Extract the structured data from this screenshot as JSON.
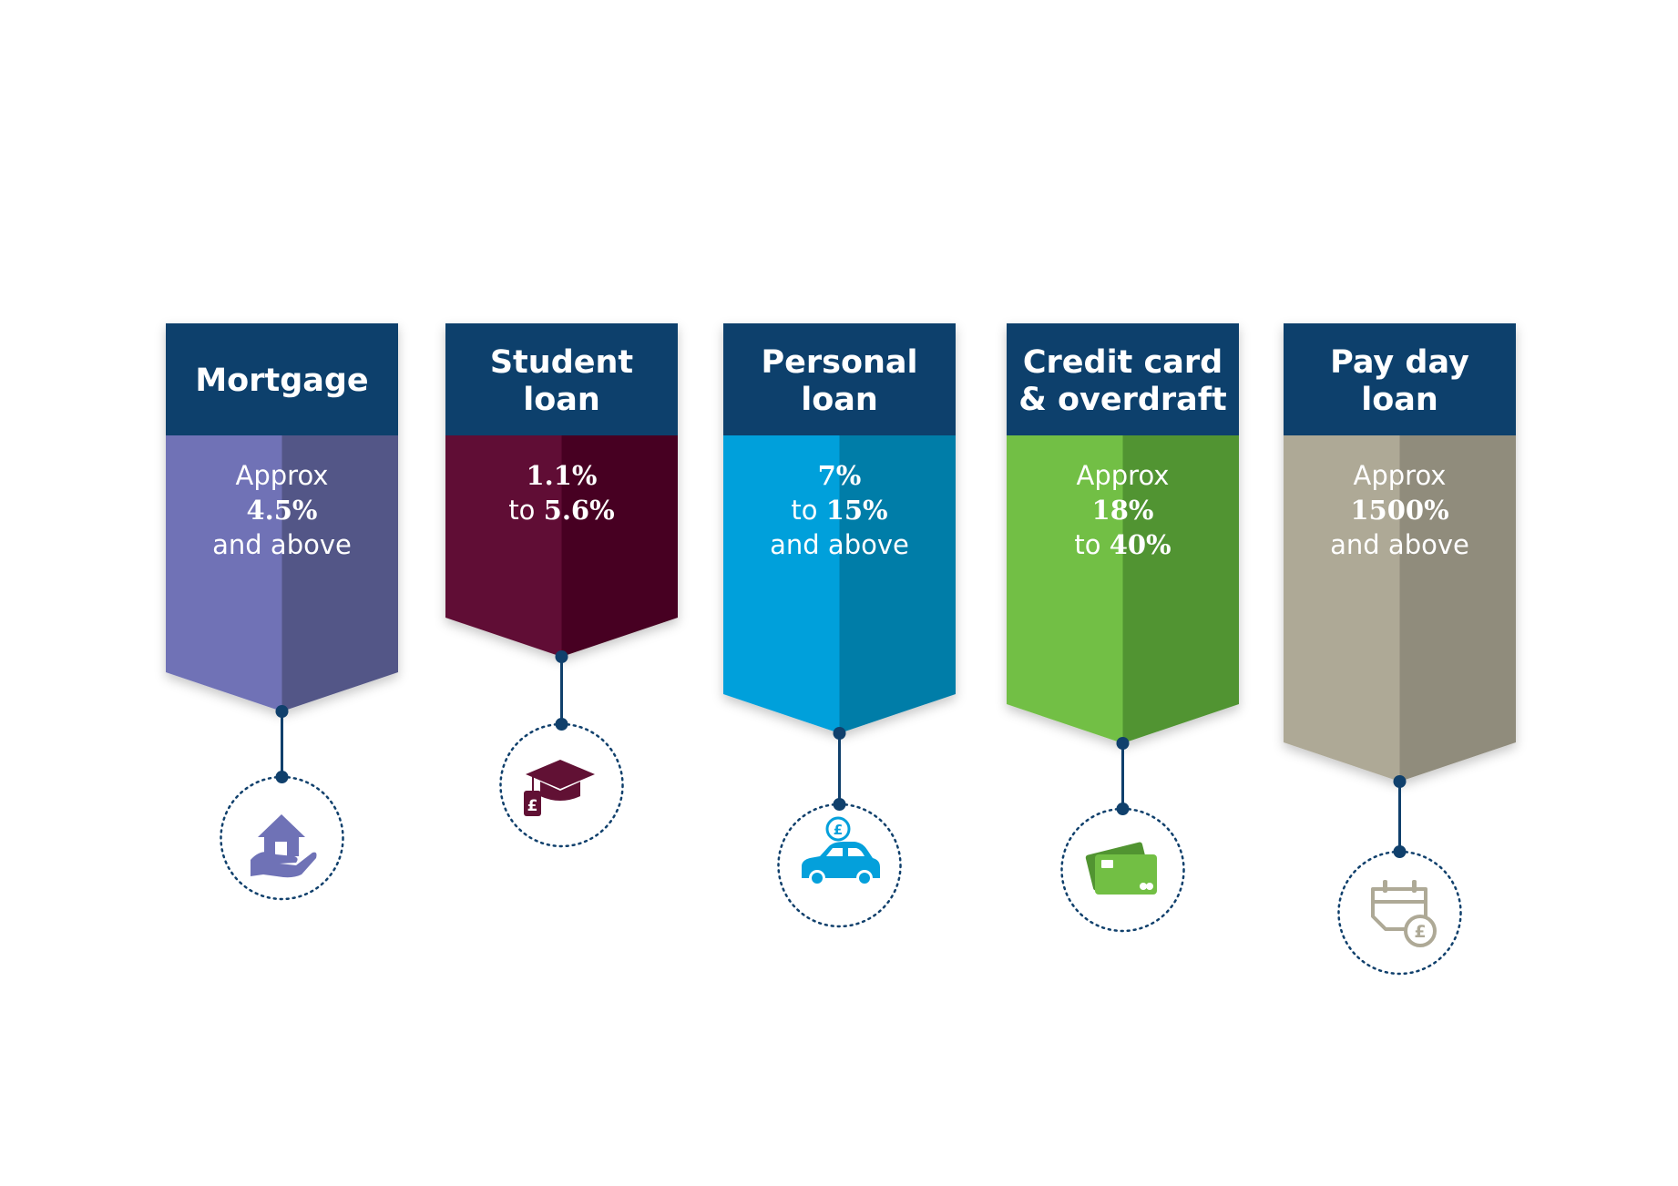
{
  "cards": [
    {
      "title_lines": [
        "Mortgage"
      ],
      "value_lines": [
        {
          "parts": [
            {
              "text": "Approx",
              "bold": false
            }
          ]
        },
        {
          "parts": [
            {
              "text": "4.5%",
              "bold": true
            }
          ]
        },
        {
          "parts": [
            {
              "text": "and above",
              "bold": false
            }
          ]
        }
      ],
      "icon": "house-in-hand-icon",
      "colors": {
        "light": "#6f72b6",
        "dark": "#525687"
      }
    },
    {
      "title_lines": [
        "Student",
        "loan"
      ],
      "value_lines": [
        {
          "parts": [
            {
              "text": "1.1%",
              "bold": true
            }
          ]
        },
        {
          "parts": [
            {
              "text": "to ",
              "bold": false
            },
            {
              "text": "5.6%",
              "bold": true
            }
          ]
        }
      ],
      "icon": "graduation-cap-price-tag-icon",
      "colors": {
        "light": "#611134",
        "dark": "#460420"
      }
    },
    {
      "title_lines": [
        "Personal",
        "loan"
      ],
      "value_lines": [
        {
          "parts": [
            {
              "text": "7%",
              "bold": true
            }
          ]
        },
        {
          "parts": [
            {
              "text": "to ",
              "bold": false
            },
            {
              "text": "15%",
              "bold": true
            }
          ]
        },
        {
          "parts": [
            {
              "text": "and above",
              "bold": false
            }
          ]
        }
      ],
      "icon": "car-with-coin-icon",
      "colors": {
        "light": "#04a0db",
        "dark": "#017da8"
      }
    },
    {
      "title_lines": [
        "Credit card",
        "& overdraft"
      ],
      "value_lines": [
        {
          "parts": [
            {
              "text": "Approx",
              "bold": false
            }
          ]
        },
        {
          "parts": [
            {
              "text": "18%",
              "bold": true
            }
          ]
        },
        {
          "parts": [
            {
              "text": "to ",
              "bold": false
            },
            {
              "text": "40%",
              "bold": true
            }
          ]
        }
      ],
      "icon": "credit-card-icon",
      "colors": {
        "light": "#72bf44",
        "dark": "#519431"
      }
    },
    {
      "title_lines": [
        "Pay day",
        "loan"
      ],
      "value_lines": [
        {
          "parts": [
            {
              "text": "Approx",
              "bold": false
            }
          ]
        },
        {
          "parts": [
            {
              "text": "1500%",
              "bold": true
            }
          ]
        },
        {
          "parts": [
            {
              "text": "and above",
              "bold": false
            }
          ]
        }
      ],
      "icon": "calendar-coin-icon",
      "colors": {
        "light": "#aea996",
        "dark": "#908c7c"
      }
    }
  ],
  "colors": {
    "header": "#10406c",
    "connector": "#10406c"
  }
}
